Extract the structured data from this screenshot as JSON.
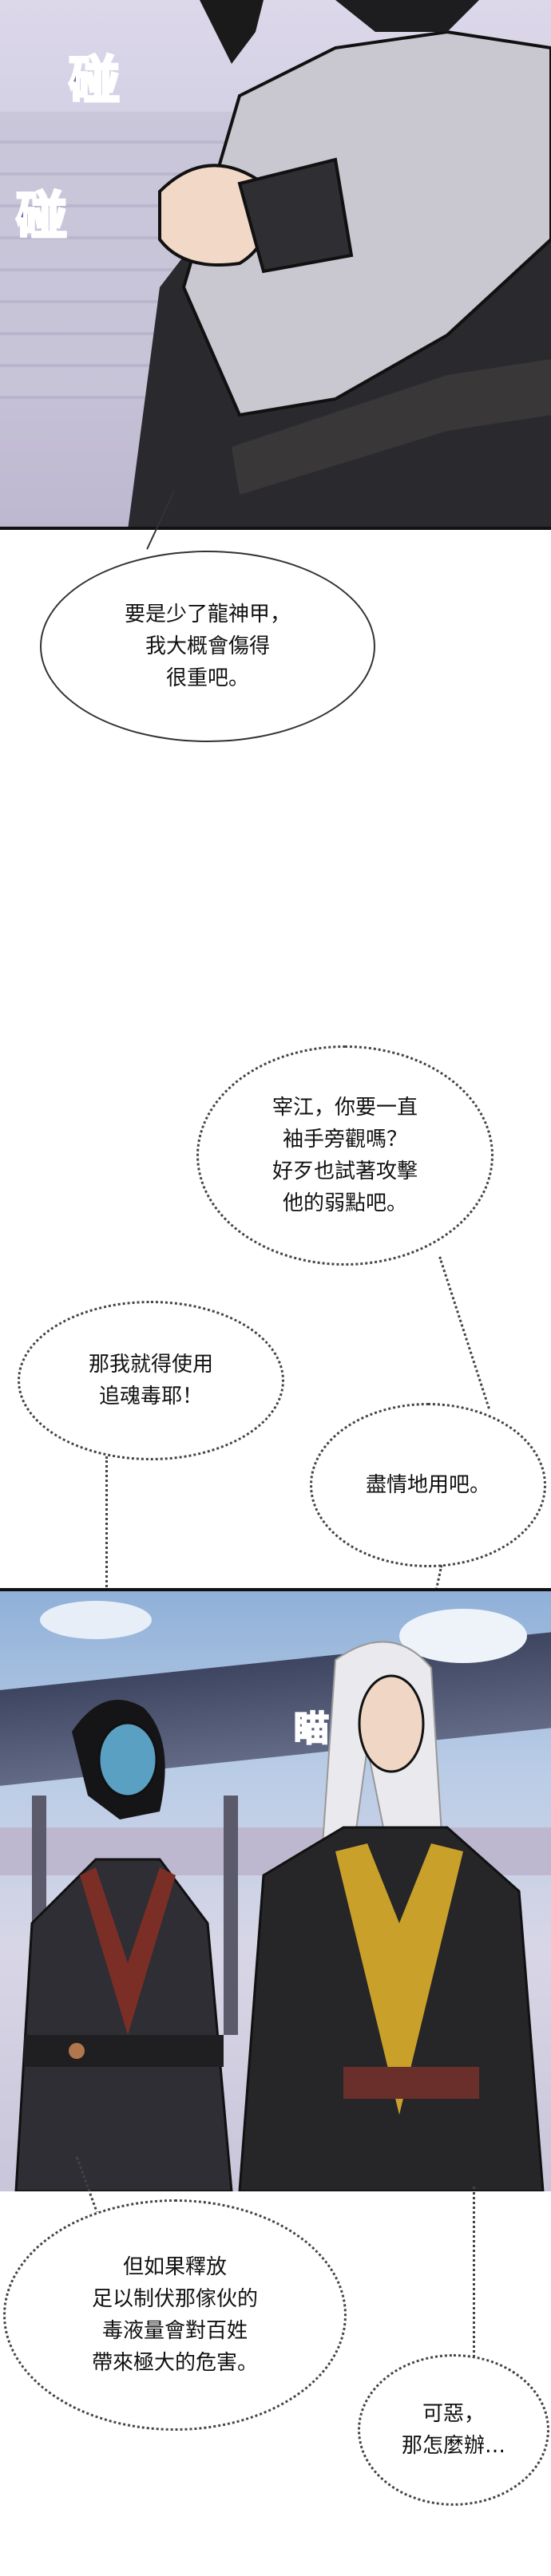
{
  "panel_1": {
    "sfx": [
      "碰",
      "碰"
    ]
  },
  "bubbles": {
    "b1": "要是少了龍神甲，\n我大概會傷得\n很重吧。",
    "b2": "宰江，你要一直\n袖手旁觀嗎？\n好歹也試著攻擊\n他的弱點吧。",
    "b3": "那我就得使用\n追魂毒耶！",
    "b4": "盡情地用吧。",
    "b5": "但如果釋放\n足以制伏那傢伙的\n毒液量會對百姓\n帶來極大的危害。",
    "b6": "可惡，\n那怎麼辦…"
  },
  "panel_2": {
    "sfx": "瞄"
  }
}
